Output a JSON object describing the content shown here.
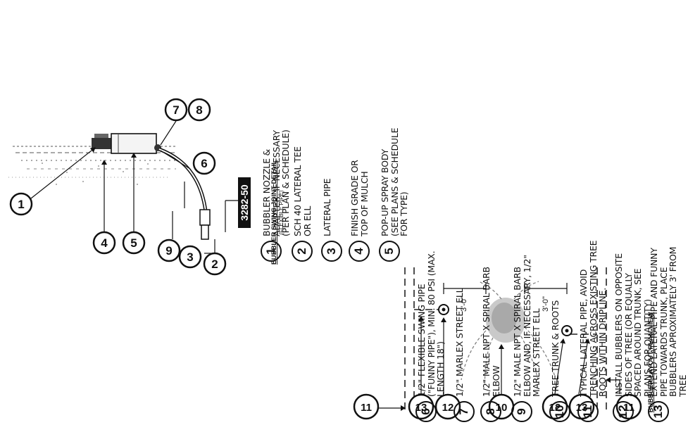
{
  "detail": {
    "title": "BUBBLER SWING JOINT DETAIL",
    "subtitle": "(FLEXIBLE PIPE)",
    "tag": "3282-50"
  },
  "plan": {
    "title": "BUBBLER LAYOUT PLAN VIEW",
    "dim_a": "3'-0\"",
    "dim_b": "3'-0\""
  },
  "callouts": {
    "c1": "1",
    "c3": "3",
    "c4": "4",
    "c5": "5",
    "c6": "6",
    "c7": "7",
    "c8": "8",
    "c9": "9",
    "c10": "10",
    "c11": "11",
    "c12": "12",
    "c13": "13",
    "c2": "2"
  },
  "notes": [
    {
      "num": "1",
      "text": "BUBBLER NOZZLE &\nADAPTER, IF NECESSARY\n(PER PLAN & SCHEDULE)"
    },
    {
      "num": "2",
      "text": "SCH 40 LATERAL TEE\nOR ELL"
    },
    {
      "num": "3",
      "text": "LATERAL PIPE"
    },
    {
      "num": "4",
      "text": "FINISH GRADE OR\nTOP OF MULCH"
    },
    {
      "num": "5",
      "text": "POP-UP SPRAY BODY\n(SEE PLANS & SCHEDULE\nFOR TYPE)"
    },
    {
      "num": "6",
      "text": "1/2\" FLEXIBLE SWING PIPE\n(\"FUNNY PIPE\"), MIN. 80 PSI (MAX.\nLENGTH 18\")"
    },
    {
      "num": "7",
      "text": "1/2\" MARLEX STREET ELL"
    },
    {
      "num": "8",
      "text": "1/2\" MALE NPT x SPIRAL BARB\nELBOW"
    },
    {
      "num": "9",
      "text": "1/2\" MALE NPT x SPIRAL BARB\nELBOW AND, IF NECESSARY, 1/2\"\nMARLEX STREET ELL"
    },
    {
      "num": "10",
      "text": "TREE TRUNK & ROOTS"
    },
    {
      "num": "11",
      "text": "TYPICAL LATERAL PIPE, AVOID\nTRENCHING ACROSS EXISTING TREE\nROOTS WITHIN DRIPLINE."
    },
    {
      "num": "12",
      "text": "INSTALL BUBBLERS ON OPPOSITE\nSIDES OF TREE (OR EQUALLY\nSPACED AROUND TRUNK, SEE\nPLANS FOR QUANTITY)"
    },
    {
      "num": "13",
      "text": "EXTEND LATERAL PIPE AND FUNNY\nPIPE TOWARDS TRUNK, PLACE\nBUBBLERS APROXIMATELY 3' FROM\nTREE"
    }
  ]
}
